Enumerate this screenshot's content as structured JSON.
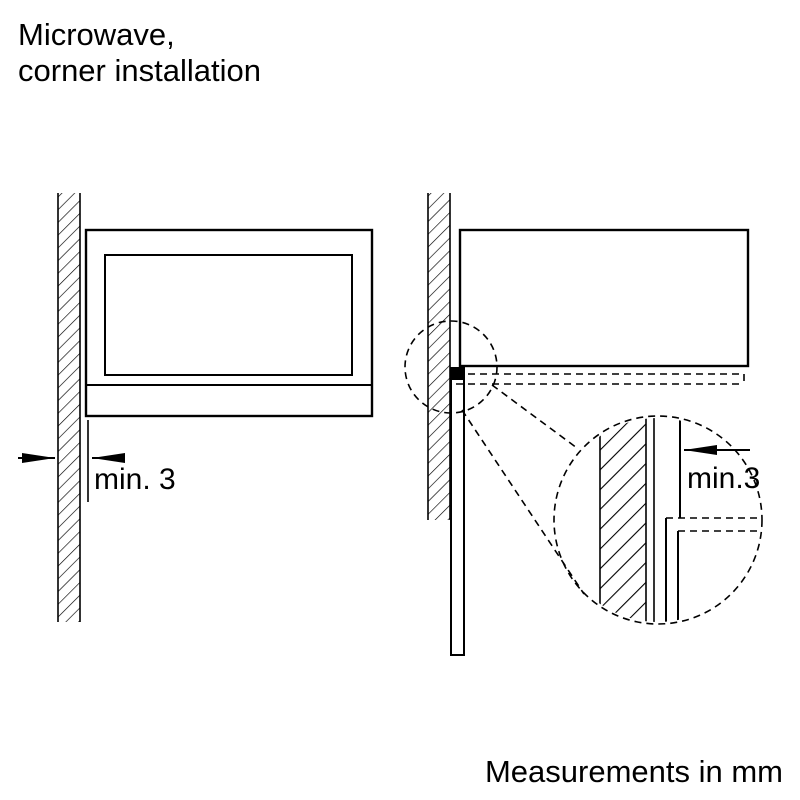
{
  "title": {
    "line1": "Microwave,",
    "line2": "corner installation"
  },
  "front_view": {
    "gap_label": "min. 3"
  },
  "detail_view": {
    "gap_label": "min.3"
  },
  "footer": {
    "note": "Measurements in mm"
  },
  "colors": {
    "line": "#000000",
    "background": "#ffffff",
    "text": "#000000"
  }
}
